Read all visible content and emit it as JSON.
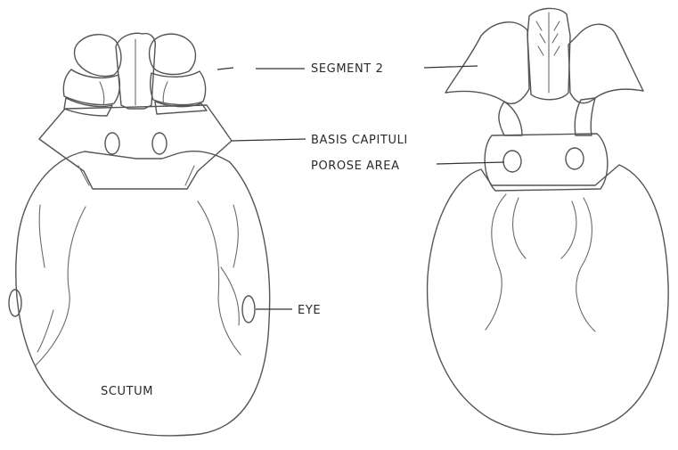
{
  "labels": {
    "segment": "SEGMENT  2",
    "basis": "BASIS CAPITULI",
    "porose": "POROSE AREA",
    "eye": "EYE",
    "scutum": "SCUTUM"
  },
  "colors": {
    "line": "#555555",
    "text": "#2a2a2a",
    "background": "#ffffff"
  }
}
